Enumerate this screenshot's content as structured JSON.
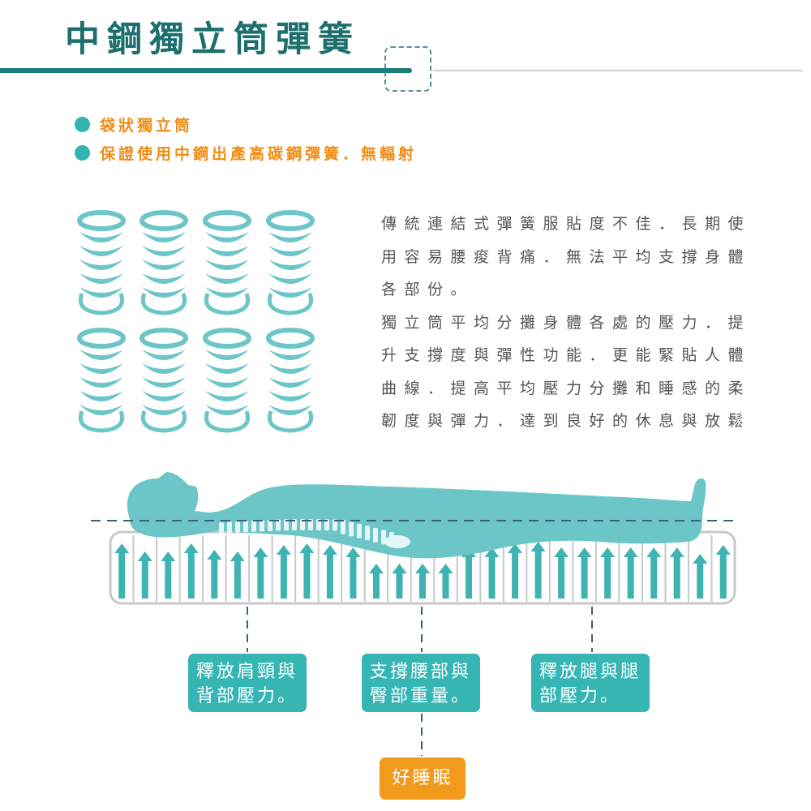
{
  "header": {
    "title": "中鋼獨立筒彈簧"
  },
  "bullets": [
    {
      "label": "袋狀獨立筒"
    },
    {
      "label": "保證使用中鋼出產高碳鋼彈簧．無輻射"
    }
  ],
  "description": {
    "lines": [
      "傳統連結式彈簧服貼度不佳．長期使",
      "用容易腰痠背痛．無法平均支撐身體",
      "各部份。",
      "獨立筒平均分攤身體各處的壓力．提",
      "升支撐度與彈性功能．更能緊貼人體",
      "曲線．提高平均壓力分攤和睡感的柔",
      "韌度與彈力．達到良好的休息與放鬆"
    ]
  },
  "callouts": [
    {
      "line1": "釋放肩頸與",
      "line2": "背部壓力。"
    },
    {
      "line1": "支撐腰部與",
      "line2": "臀部重量。"
    },
    {
      "line1": "釋放腿與腿",
      "line2": "部壓力。"
    }
  ],
  "result": {
    "label": "好睡眠"
  },
  "colors": {
    "teal": "#35b5b3",
    "dark_teal": "#1c6f6c",
    "orange": "#f29a1c",
    "body": "#6cc6c8"
  }
}
